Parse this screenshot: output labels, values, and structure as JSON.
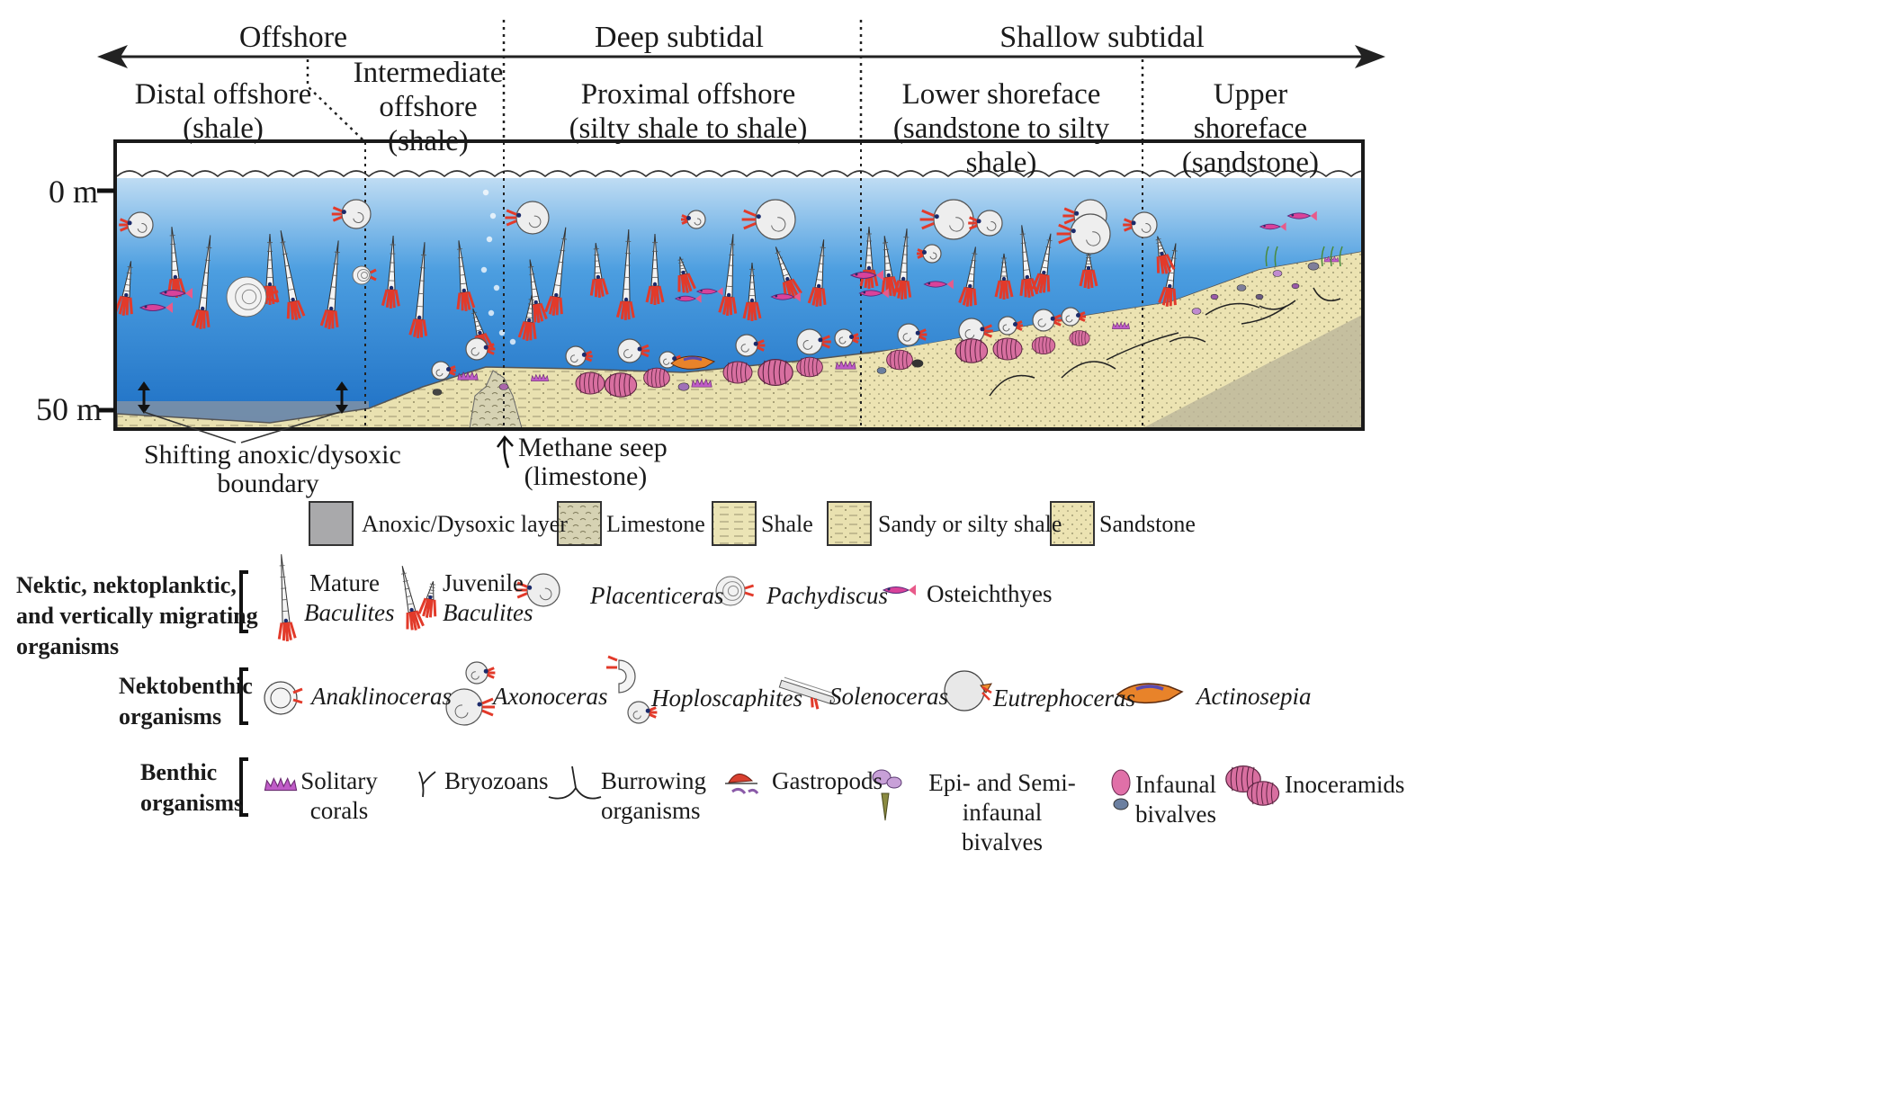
{
  "zones": {
    "offshore": "Offshore",
    "deep_subtidal": "Deep subtidal",
    "shallow_subtidal": "Shallow subtidal"
  },
  "subzones": {
    "distal_offshore": [
      "Distal offshore",
      "(shale)"
    ],
    "intermediate_offshore": [
      "Intermediate",
      "offshore",
      "(shale)"
    ],
    "proximal_offshore": [
      "Proximal offshore",
      "(silty shale to shale)"
    ],
    "lower_shoreface": [
      "Lower shoreface",
      "(sandstone to silty shale)"
    ],
    "upper_shoreface": [
      "Upper shoreface",
      "(sandstone)"
    ]
  },
  "depths": {
    "top": "0 m",
    "bottom": "50 m"
  },
  "annotations": {
    "anoxic_boundary": [
      "Shifting anoxic/dysoxic",
      "boundary"
    ],
    "methane_seep": [
      "Methane seep",
      "(limestone)"
    ]
  },
  "lithology_legend": [
    {
      "label": "Anoxic/Dysoxic layer",
      "color": "#a9a9ab"
    },
    {
      "label": "Limestone",
      "color": "#d8d4b4"
    },
    {
      "label": "Shale",
      "color": "#ece6b8"
    },
    {
      "label": "Sandy or silty shale",
      "color": "#e8e0b0"
    },
    {
      "label": "Sandstone",
      "color": "#efe6b6"
    }
  ],
  "groups": {
    "nektic": [
      "Nektic, nektoplanktic,",
      "and vertically migrating",
      "organisms"
    ],
    "nektobenthic": [
      "Nektobenthic",
      "organisms"
    ],
    "benthic": [
      "Benthic",
      "organisms"
    ]
  },
  "nektic_items": {
    "mature_baculites": [
      "Mature",
      "Baculites"
    ],
    "juvenile_baculites": [
      "Juvenile",
      "Baculites"
    ],
    "placenticeras": "Placenticeras",
    "pachydiscus": "Pachydiscus",
    "osteichthyes": "Osteichthyes"
  },
  "nektobenthic_items": {
    "anaklinoceras": "Anaklinoceras",
    "axonoceras": "Axonoceras",
    "hoploscaphites": "Hoploscaphites",
    "solenoceras": "Solenoceras",
    "eutrephoceras": "Eutrephoceras",
    "actinosepia": "Actinosepia"
  },
  "benthic_items": {
    "solitary_corals": [
      "Solitary",
      "corals"
    ],
    "bryozoans": "Bryozoans",
    "burrowing": [
      "Burrowing",
      "organisms"
    ],
    "gastropods": "Gastropods",
    "epi_bivalves": [
      "Epi- and Semi-infaunal",
      "bivalves"
    ],
    "infaunal_bivalves": [
      "Infaunal",
      "bivalves"
    ],
    "inoceramids": "Inoceramids"
  },
  "colors": {
    "water_top": "#ffffff",
    "water_bottom": "#1f73c8",
    "baculites_red": "#e23a2a",
    "shell": "#eeeeee",
    "inoceramid": "#d86fa0",
    "sediment": "#ebe2ad",
    "anoxic": "#8d96a0"
  }
}
